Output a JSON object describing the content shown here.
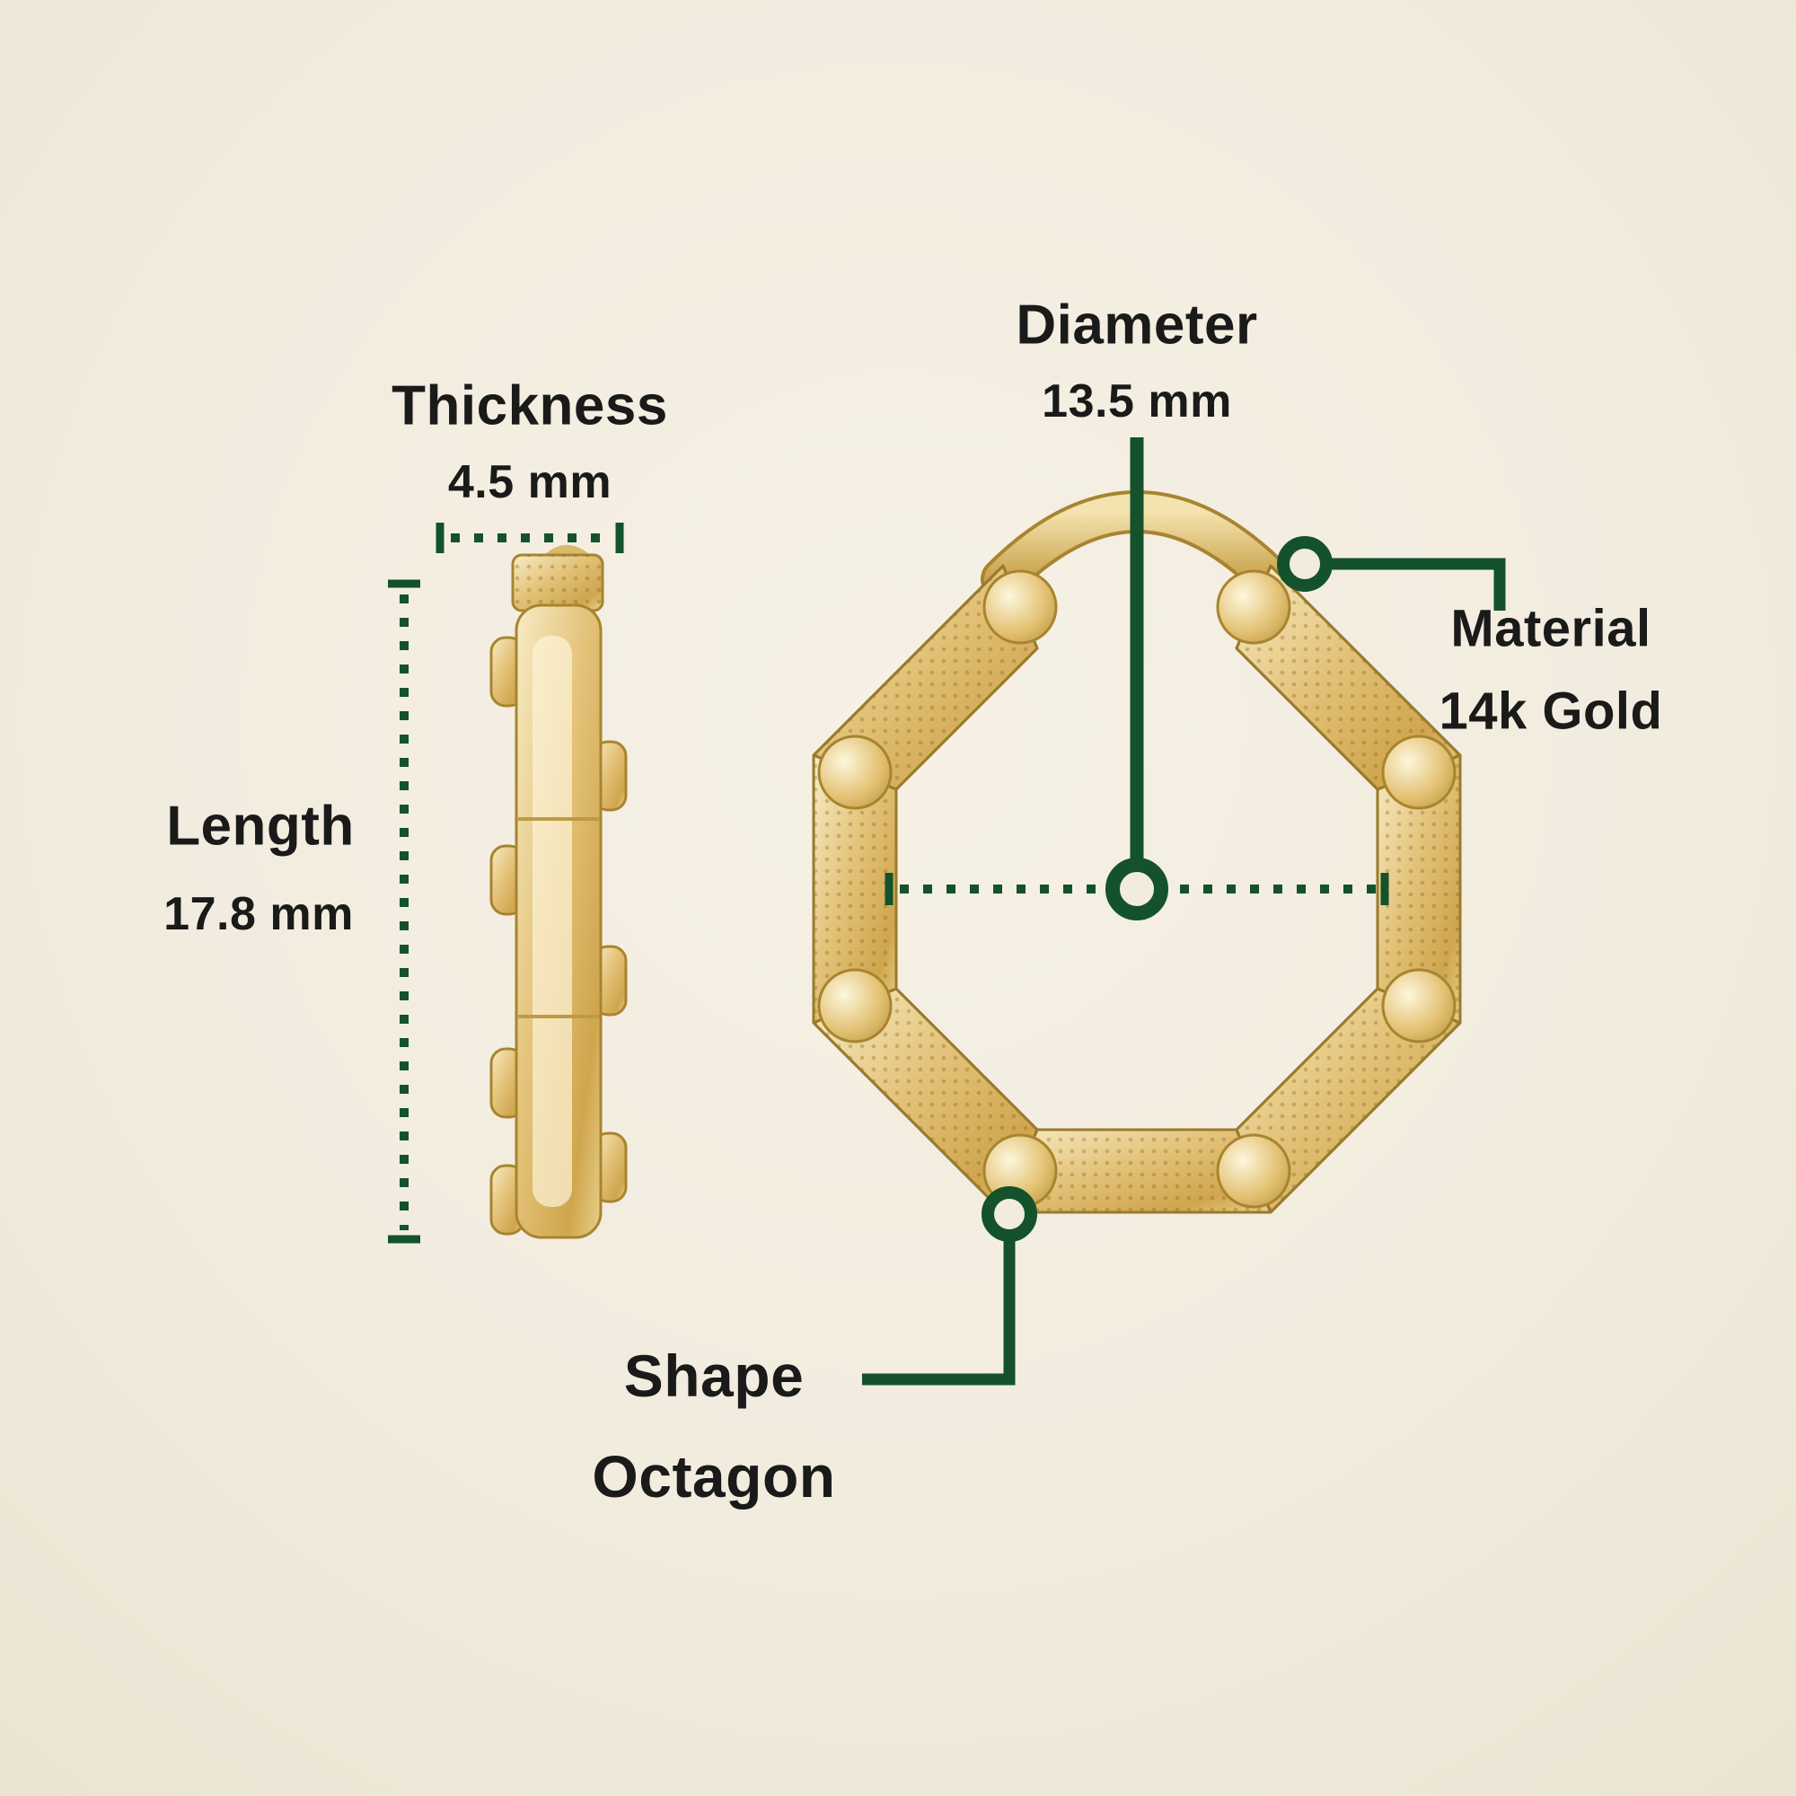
{
  "page": {
    "background": "#f2ecdf"
  },
  "colors": {
    "accent_green": "#14522b",
    "text": "#1a1a1a",
    "gold_light": "#f6e9bd",
    "gold_mid": "#e0bc6d",
    "gold_dark": "#a8842f"
  },
  "specs": {
    "thickness": {
      "label": "Thickness",
      "value": "4.5 mm"
    },
    "length": {
      "label": "Length",
      "value": "17.8 mm"
    },
    "diameter": {
      "label": "Diameter",
      "value": "13.5 mm"
    },
    "material": {
      "label": "Material",
      "value": "14k Gold"
    },
    "shape": {
      "label": "Shape",
      "value": "Octagon"
    }
  }
}
